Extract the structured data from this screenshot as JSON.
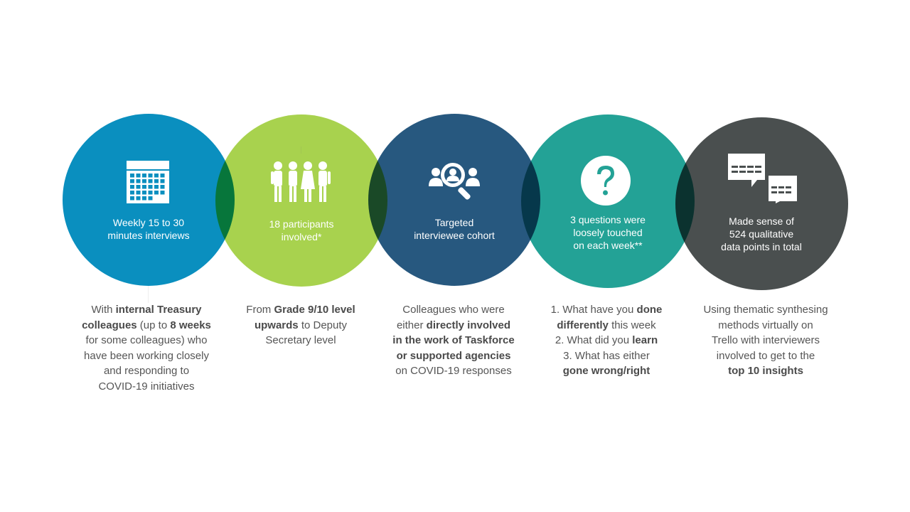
{
  "colors": {
    "blue": "#0a8fbf",
    "green": "#a8d24e",
    "navy": "#27587f",
    "teal": "#23a296",
    "charcoal": "#4a4f4f",
    "text": "#555555"
  },
  "steps": [
    {
      "icon": "calendar-icon",
      "circle_text": "Weekly 15 to 30\nminutes interviews",
      "desc": [
        [
          {
            "t": "With "
          },
          {
            "t": "internal Treasury",
            "b": true
          }
        ],
        [
          {
            "t": "colleagues",
            "b": true
          },
          {
            "t": " (up to "
          },
          {
            "t": "8 weeks",
            "b": true
          }
        ],
        [
          {
            "t": "for some colleagues) who"
          }
        ],
        [
          {
            "t": "have been working closely"
          }
        ],
        [
          {
            "t": "and responding to"
          }
        ],
        [
          {
            "t": "COVID-19 initiatives"
          }
        ]
      ]
    },
    {
      "icon": "people-icon",
      "circle_text": "18 participants\ninvolved*",
      "desc": [
        [
          {
            "t": "From "
          },
          {
            "t": "Grade 9/10 level",
            "b": true
          }
        ],
        [
          {
            "t": "upwards",
            "b": true
          },
          {
            "t": " to Deputy"
          }
        ],
        [
          {
            "t": "Secretary level"
          }
        ]
      ]
    },
    {
      "icon": "search-people-icon",
      "circle_text": "Targeted\ninterviewee cohort",
      "desc": [
        [
          {
            "t": "Colleagues who were"
          }
        ],
        [
          {
            "t": "either "
          },
          {
            "t": "directly involved",
            "b": true
          }
        ],
        [
          {
            "t": "in the work of Taskforce",
            "b": true
          }
        ],
        [
          {
            "t": "or supported agencies",
            "b": true
          }
        ],
        [
          {
            "t": "on COVID-19 responses"
          }
        ]
      ]
    },
    {
      "icon": "question-icon",
      "circle_text": "3 questions were\nloosely touched\non each week**",
      "desc": [
        [
          {
            "t": "1. What have you "
          },
          {
            "t": "done",
            "b": true
          }
        ],
        [
          {
            "t": "differently",
            "b": true
          },
          {
            "t": " this week"
          }
        ],
        [
          {
            "t": "2. What did you "
          },
          {
            "t": "learn",
            "b": true
          }
        ],
        [
          {
            "t": "3. What has either"
          }
        ],
        [
          {
            "t": "gone wrong/right",
            "b": true
          }
        ]
      ]
    },
    {
      "icon": "chat-icon",
      "circle_text": "Made sense of\n524 qualitative\ndata points in total",
      "desc": [
        [
          {
            "t": "Using thematic synthesing"
          }
        ],
        [
          {
            "t": "methods virtually on"
          }
        ],
        [
          {
            "t": "Trello with interviewers"
          }
        ],
        [
          {
            "t": "involved to get to the"
          }
        ],
        [
          {
            "t": "top 10 insights",
            "b": true
          }
        ]
      ]
    }
  ]
}
